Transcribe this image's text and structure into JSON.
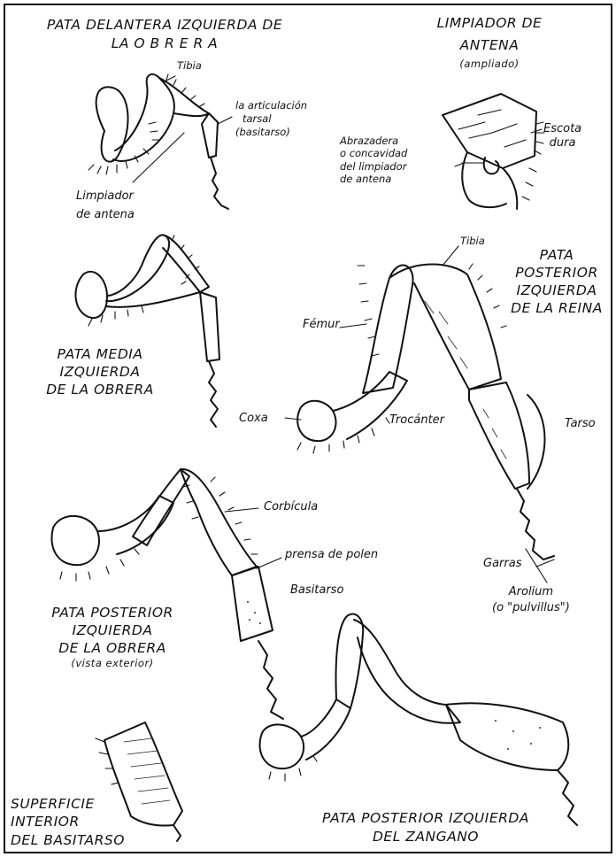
{
  "titles": {
    "worker_foreleg": [
      "PATA DELANTERA IZQUIERDA DE",
      "LA O B R E R A"
    ],
    "antenna_cleaner": [
      "LIMPIADOR DE",
      "ANTENA",
      "(ampliado)"
    ],
    "worker_midleg": [
      "PATA MEDIA",
      "IZQUIERDA",
      "DE LA OBRERA"
    ],
    "queen_hindleg": [
      "PATA",
      "POSTERIOR",
      "IZQUIERDA",
      "DE LA REINA"
    ],
    "worker_hindleg": [
      "PATA POSTERIOR",
      "IZQUIERDA",
      "DE LA OBRERA",
      "(vista exterior)"
    ],
    "basitarsus_inner": [
      "SUPERFICIE",
      "INTERIOR",
      "DEL BASITARSO"
    ],
    "drone_hindleg": [
      "PATA POSTERIOR IZQUIERDA",
      "DEL ZANGANO"
    ]
  },
  "labels": {
    "tibia_fore": "Tibia",
    "tarsal_joint": [
      "la articulación",
      "tarsal",
      "(basitarso)"
    ],
    "antenna_cleaner_ptr": [
      "Limpiador",
      "de antena"
    ],
    "clamp": [
      "Abrazadera",
      "o concavidad",
      "del limpiador",
      "de antena"
    ],
    "scale": [
      "Escota",
      "dura"
    ],
    "tibia_queen": "Tibia",
    "femur": "Fémur",
    "coxa": "Coxa",
    "trochanter": "Trocánter",
    "tarsus": "Tarso",
    "corbicula": "Corbícula",
    "pollen_press": "prensa de polen",
    "basitarsus": "Basitarso",
    "claws": "Garras",
    "arolium": [
      "Arolium",
      "(o \"pulvillus\")"
    ]
  }
}
